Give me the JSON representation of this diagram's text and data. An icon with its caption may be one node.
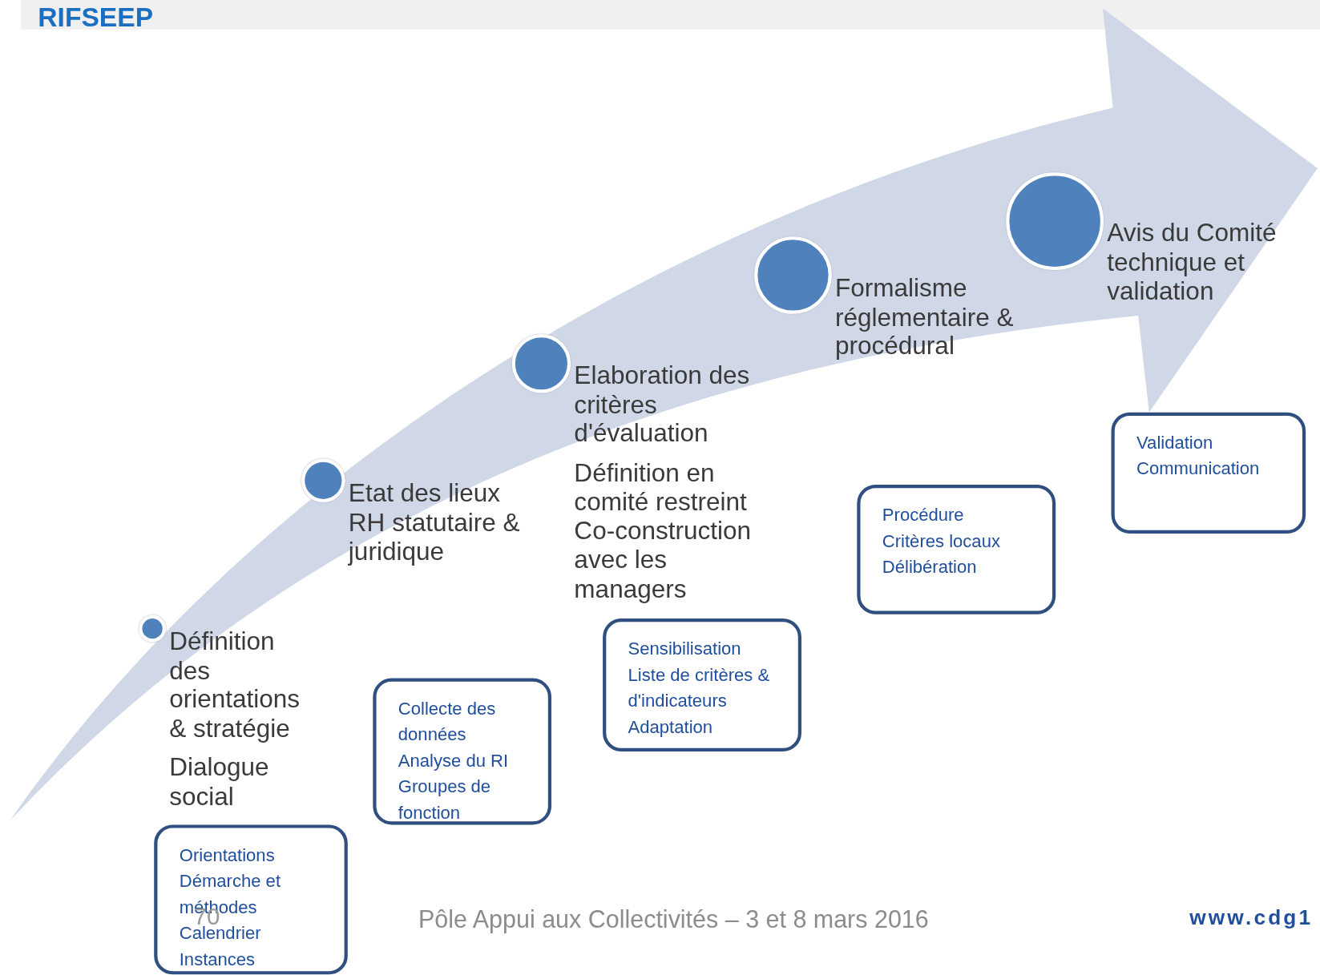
{
  "diagram": {
    "title": "RIFSEEP",
    "nodes": [
      {
        "text": [
          "Définition des orientations & stratégie",
          "Dialogue social"
        ]
      },
      {
        "text": [
          "Orientations",
          "Démarche et méthodes",
          "Calendrier",
          "Instances"
        ]
      },
      {
        "text": [
          "Etat des lieux RH statutaire & juridique"
        ]
      },
      {
        "text": [
          "Collecte des données",
          "Analyse du RI",
          "Groupes de fonction"
        ]
      },
      {
        "text": [
          "Elaboration des critères d'évaluation",
          "Définition en comité restreint Co-construction avec les managers"
        ]
      },
      {
        "text": [
          "Sensibilisation",
          "Liste de critères & d'indicateurs",
          "Adaptation"
        ]
      },
      {
        "text": [
          "Formalisme réglementaire & procédural"
        ]
      },
      {
        "text": [
          "Procédure",
          "Critères locaux",
          "Délibération"
        ]
      },
      {
        "text": [
          "Avis du Comité technique et validation"
        ]
      },
      {
        "text": [
          "Validation",
          "Communication"
        ]
      }
    ],
    "edges": [],
    "labels": [
      "70",
      "Pôle Appui aux Collectivités – 3 et 8 mars 2016",
      "www.cdg1"
    ]
  }
}
